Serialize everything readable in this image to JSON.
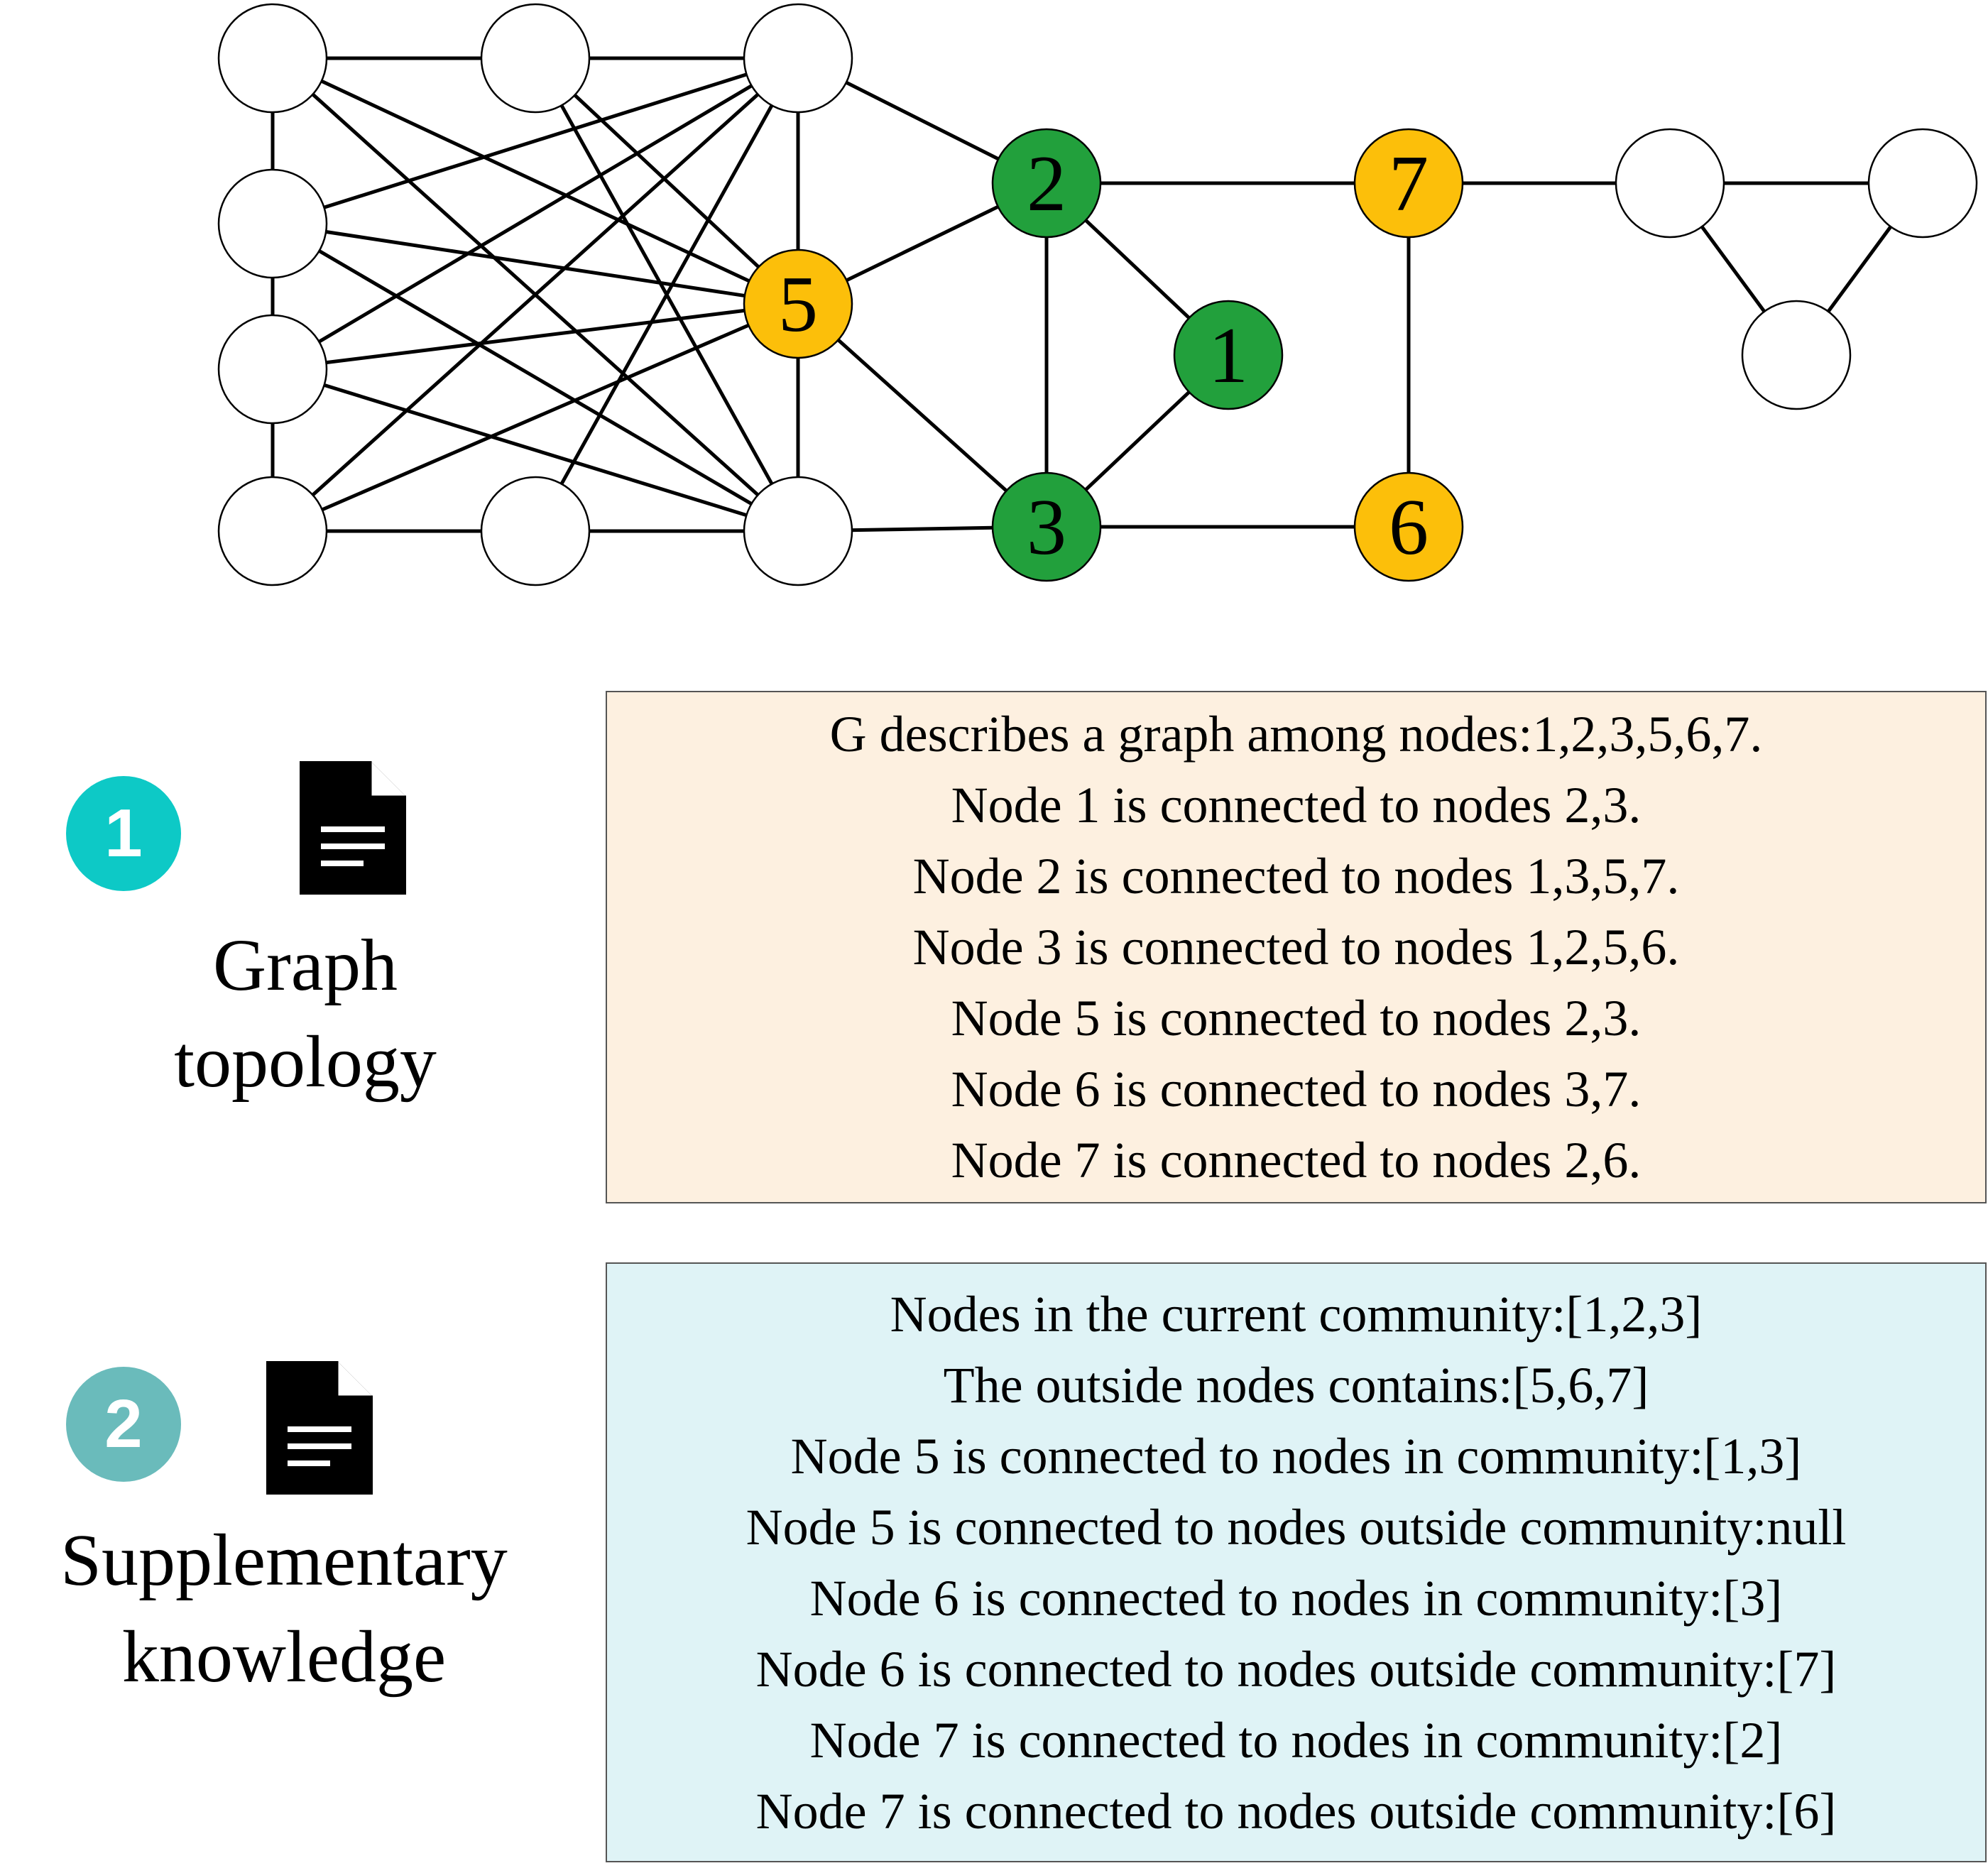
{
  "graph": {
    "nodes": [
      {
        "id": "a",
        "label": "",
        "fill": "#ffffff"
      },
      {
        "id": "b",
        "label": "",
        "fill": "#ffffff"
      },
      {
        "id": "c",
        "label": "",
        "fill": "#ffffff"
      },
      {
        "id": "d",
        "label": "",
        "fill": "#ffffff"
      },
      {
        "id": "e",
        "label": "",
        "fill": "#ffffff"
      },
      {
        "id": "f",
        "label": "",
        "fill": "#ffffff"
      },
      {
        "id": "g",
        "label": "",
        "fill": "#ffffff"
      },
      {
        "id": "h",
        "label": "",
        "fill": "#ffffff"
      },
      {
        "id": "n5",
        "label": "5",
        "fill": "#fcbf0a"
      },
      {
        "id": "n2",
        "label": "2",
        "fill": "#22a03c"
      },
      {
        "id": "n3",
        "label": "3",
        "fill": "#22a03c"
      },
      {
        "id": "n1",
        "label": "1",
        "fill": "#22a03c"
      },
      {
        "id": "n7",
        "label": "7",
        "fill": "#fcbf0a"
      },
      {
        "id": "n6",
        "label": "6",
        "fill": "#fcbf0a"
      },
      {
        "id": "r1",
        "label": "",
        "fill": "#ffffff"
      },
      {
        "id": "r2",
        "label": "",
        "fill": "#ffffff"
      },
      {
        "id": "r3",
        "label": "",
        "fill": "#ffffff"
      }
    ],
    "edges": [
      [
        "a",
        "b"
      ],
      [
        "b",
        "c"
      ],
      [
        "a",
        "d"
      ],
      [
        "d",
        "e"
      ],
      [
        "e",
        "f"
      ],
      [
        "f",
        "g"
      ],
      [
        "g",
        "h"
      ],
      [
        "c",
        "n5"
      ],
      [
        "n5",
        "h"
      ],
      [
        "a",
        "n5"
      ],
      [
        "a",
        "h"
      ],
      [
        "b",
        "n5"
      ],
      [
        "b",
        "h"
      ],
      [
        "d",
        "c"
      ],
      [
        "d",
        "n5"
      ],
      [
        "d",
        "h"
      ],
      [
        "e",
        "c"
      ],
      [
        "e",
        "n5"
      ],
      [
        "e",
        "h"
      ],
      [
        "f",
        "c"
      ],
      [
        "f",
        "n5"
      ],
      [
        "g",
        "c"
      ],
      [
        "c",
        "n2"
      ],
      [
        "n5",
        "n2"
      ],
      [
        "n5",
        "n3"
      ],
      [
        "h",
        "n3"
      ],
      [
        "n2",
        "n3"
      ],
      [
        "n2",
        "n1"
      ],
      [
        "n1",
        "n3"
      ],
      [
        "n2",
        "n7"
      ],
      [
        "n3",
        "n6"
      ],
      [
        "n7",
        "n6"
      ],
      [
        "n7",
        "r1"
      ],
      [
        "r1",
        "r2"
      ],
      [
        "r1",
        "r3"
      ],
      [
        "r2",
        "r3"
      ]
    ]
  },
  "steps": [
    {
      "number": "1",
      "icon": "document-icon",
      "title_line1": "Graph",
      "title_line2": "topology"
    },
    {
      "number": "2",
      "icon": "document-icon",
      "title_line1": "Supplementary",
      "title_line2": "knowledge"
    }
  ],
  "topology_lines": [
    "G describes a graph among nodes:1,2,3,5,6,7.",
    "Node 1 is connected to nodes 2,3.",
    "Node 2 is connected to nodes 1,3,5,7.",
    "Node 3 is connected to nodes 1,2,5,6.",
    "Node 5 is connected to nodes 2,3.",
    "Node 6 is connected to nodes 3,7.",
    "Node 7 is connected to nodes 2,6."
  ],
  "knowledge_lines": [
    "Nodes in the current community:[1,2,3]",
    "The outside nodes contains:[5,6,7]",
    "Node 5 is connected to nodes in community:[1,3]",
    "Node 5 is connected to nodes outside community:null",
    "Node 6 is connected to nodes in community:[3]",
    "Node 6 is connected to nodes outside community:[7]",
    "Node 7 is connected to nodes in community:[2]",
    "Node 7 is connected to nodes outside community:[6]"
  ],
  "colors": {
    "community": "#22a03c",
    "outside": "#fcbf0a",
    "badge_1": "#0dc9c6",
    "badge_2": "#6abbbb",
    "topology_box": "#fdf0e0",
    "knowledge_box": "#dff3f6"
  }
}
